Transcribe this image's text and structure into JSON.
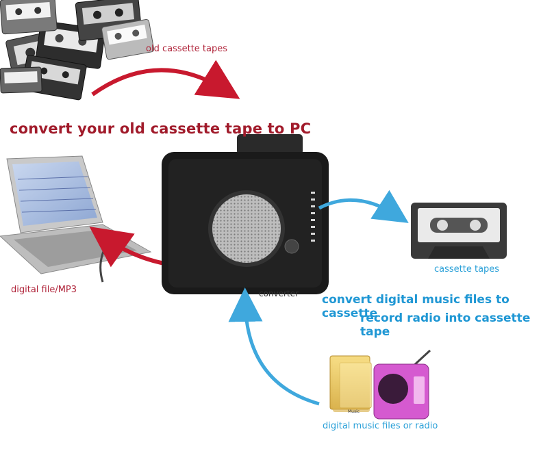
{
  "labels": {
    "old_tapes": "old cassette tapes",
    "headline": "convert your old cassette tape to PC",
    "digital_file": "digital file/MP3",
    "cassette_tapes": "cassette tapes",
    "converter": "converter",
    "blue_line1": "convert digital music files to cassette",
    "blue_line2": "record radio into cassette tape",
    "music_sources": "digital music files or radio",
    "folder_caption": "Music"
  },
  "colors": {
    "red_arrow": "#c8192e",
    "blue_arrow": "#3fa8dd",
    "device": "#1a1a1a",
    "radio": "#d55ad0"
  },
  "icons": [
    "cassette-pile-icon",
    "laptop-icon",
    "cassette-converter-device",
    "cassette-tape-icon",
    "music-folder-icon",
    "pink-radio-icon"
  ]
}
